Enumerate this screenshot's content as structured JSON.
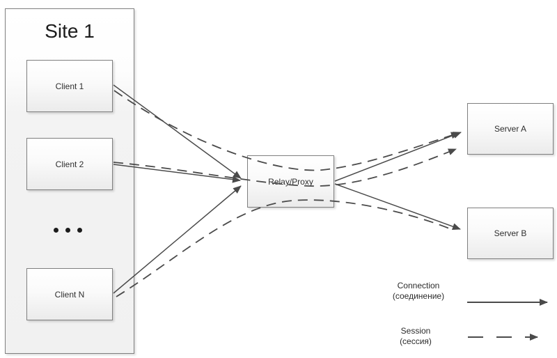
{
  "diagram": {
    "site": {
      "title": "Site 1"
    },
    "clients": [
      {
        "label": "Client 1"
      },
      {
        "label": "Client 2"
      },
      {
        "label": "Client N"
      }
    ],
    "clients_ellipsis": "more clients indicator (three dots)",
    "relay": {
      "label": "Relay/Proxy"
    },
    "servers": [
      {
        "label": "Server A"
      },
      {
        "label": "Server B"
      }
    ],
    "edges": {
      "connections_solid": [
        "Client 1 → Relay/Proxy",
        "Client 2 → Relay/Proxy",
        "Client N → Relay/Proxy",
        "Relay/Proxy → Server A",
        "Relay/Proxy → Server B"
      ],
      "sessions_dashed": [
        "Client 1 → Server A (through Relay/Proxy)",
        "Client 2 → Server A (through Relay/Proxy)",
        "Client N → Server B (through Relay/Proxy)"
      ]
    },
    "legend": [
      {
        "label": "Connection",
        "sublabel": "(соединение)",
        "style": "solid-arrow"
      },
      {
        "label": "Session",
        "sublabel": "(сессия)",
        "style": "dashed-arrow"
      }
    ],
    "colors": {
      "line": "#4a4a4a",
      "border": "#7f7f7f",
      "fill_top": "#ffffff",
      "fill_bottom": "#ebebeb",
      "text": "#2e2e2e"
    }
  }
}
